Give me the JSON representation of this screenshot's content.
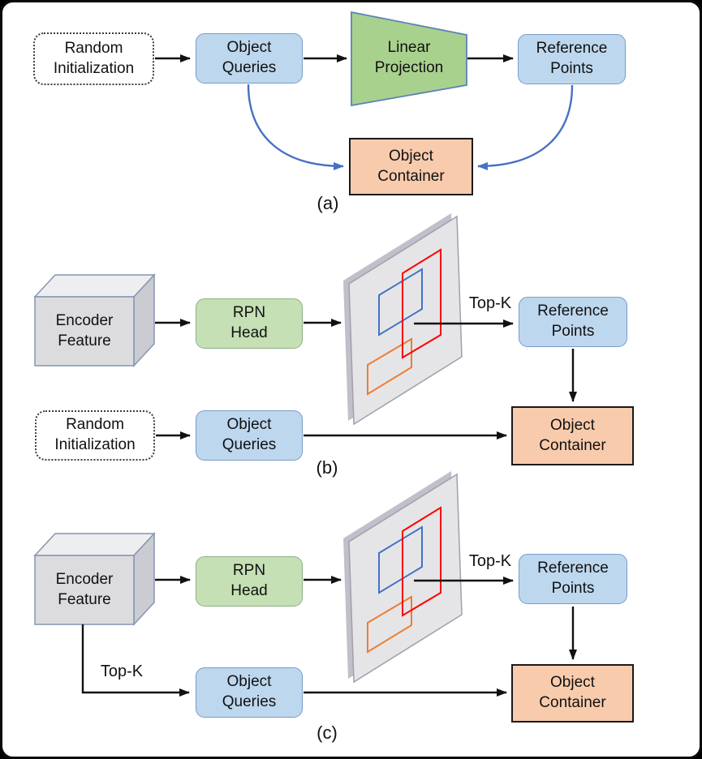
{
  "figure": {
    "panels": [
      {
        "id": "a",
        "caption": "(a)"
      },
      {
        "id": "b",
        "caption": "(b)"
      },
      {
        "id": "c",
        "caption": "(c)"
      }
    ],
    "nodes": {
      "random_initialization": "Random\nInitialization",
      "object_queries": "Object\nQueries",
      "linear_projection": "Linear\nProjection",
      "reference_points": "Reference\nPoints",
      "object_container": "Object\nContainer",
      "encoder_feature": "Encoder\nFeature",
      "rpn_head": "RPN\nHead",
      "top_k": "Top-K"
    },
    "colors": {
      "query_box_fill": "#BDD7EE",
      "query_box_border": "#7C9AC9",
      "rpn_fill": "#C5E0B4",
      "rpn_border": "#8FAF84",
      "projection_fill": "#A9D18E",
      "projection_border": "#5B82B8",
      "container_fill": "#F8CBAD",
      "container_border": "#1A1A1A",
      "feature_map_fill": "#E5E5E8",
      "feature_map_border": "#9FA1AB",
      "cube_front": "#DCDCDF",
      "cube_border": "#8496B0",
      "arrow_black": "#111111",
      "arrow_blue": "#4472C4",
      "bbox_blue": "#4472C4",
      "bbox_red": "#FF0000",
      "bbox_orange": "#ED7D31"
    }
  }
}
